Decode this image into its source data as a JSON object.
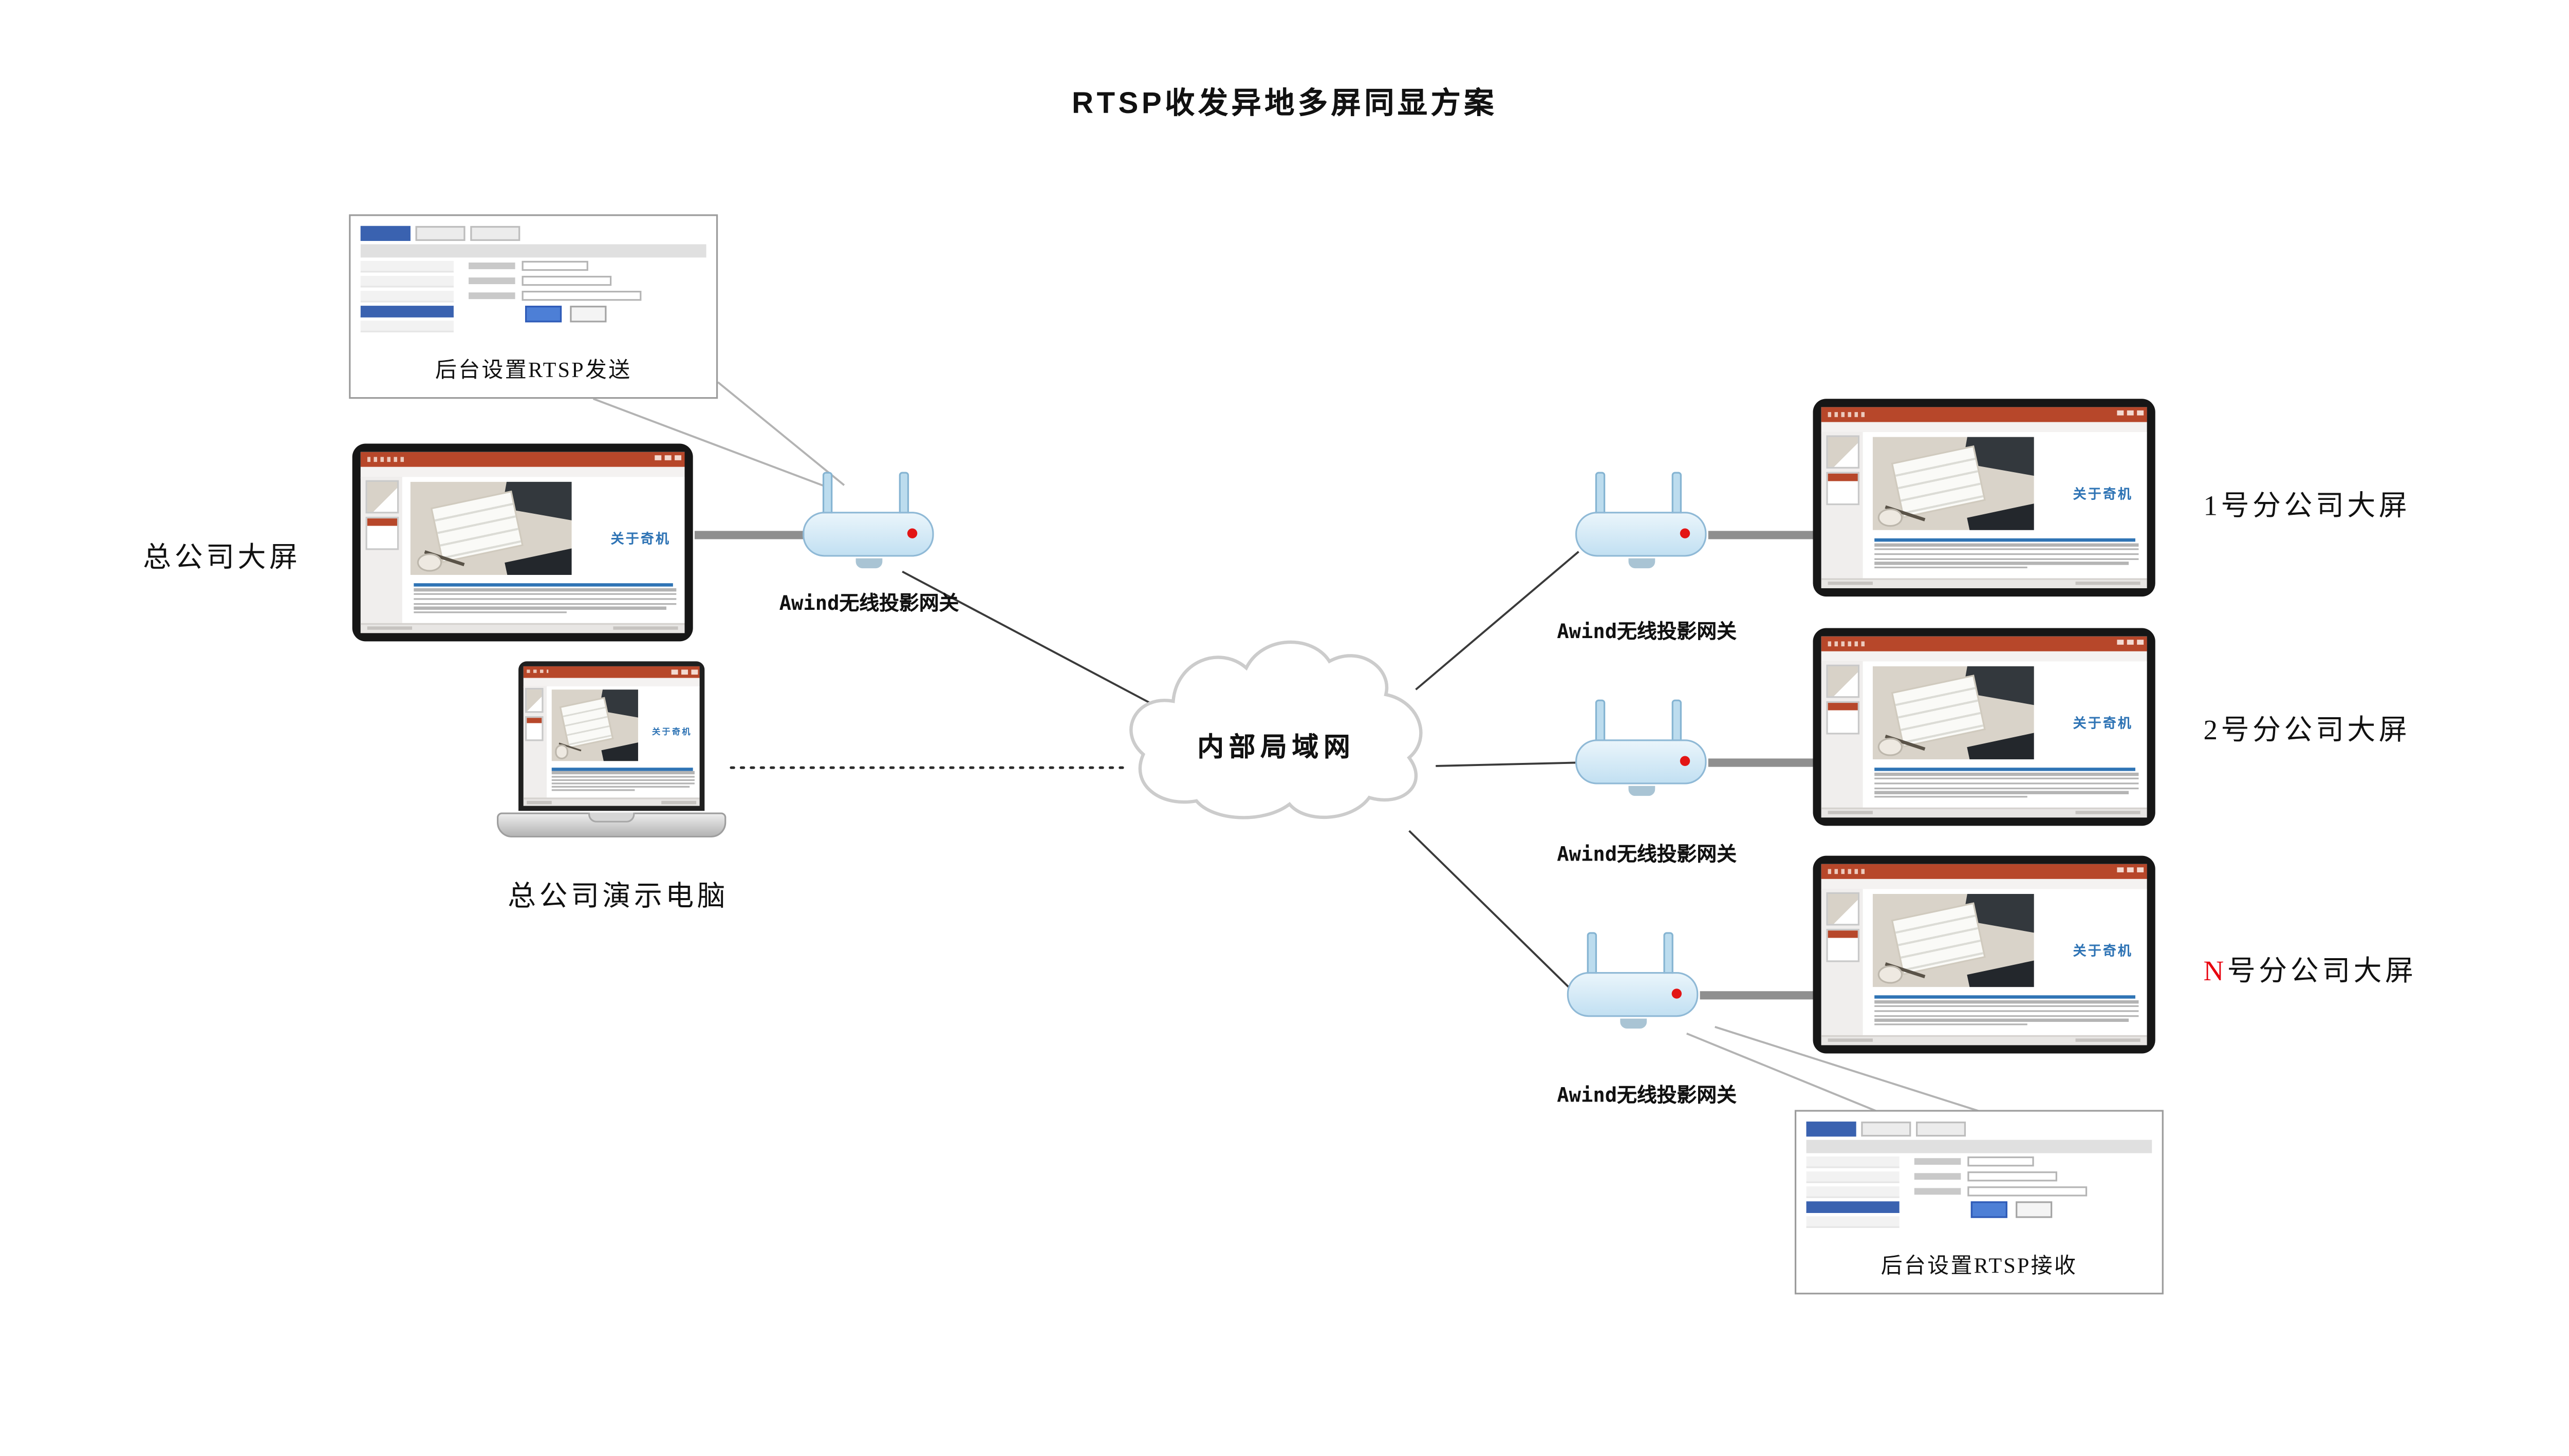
{
  "title": "RTSP收发异地多屏同显方案",
  "hq": {
    "screen_label": "总公司大屏",
    "pc_label": "总公司演示电脑"
  },
  "gateway_label": "Awind无线投影网关",
  "lan_label": "内部局域网",
  "panels": {
    "send_caption": "后台设置RTSP发送",
    "recv_caption": "后台设置RTSP接收"
  },
  "branches": [
    {
      "num": "1",
      "suffix": "号分公司大屏"
    },
    {
      "num": "2",
      "suffix": "号分公司大屏"
    },
    {
      "num": "N",
      "suffix": "号分公司大屏",
      "num_style": "color:#e8000d"
    }
  ],
  "ppt": {
    "heading": "关于奇机"
  },
  "colors": {
    "accent_red": "#e8000d",
    "ppt_titlebar": "#b7472a",
    "heading_blue": "#2f74b5",
    "router_blue": "#cfe7f6",
    "panel_accent": "#3a62b0"
  }
}
